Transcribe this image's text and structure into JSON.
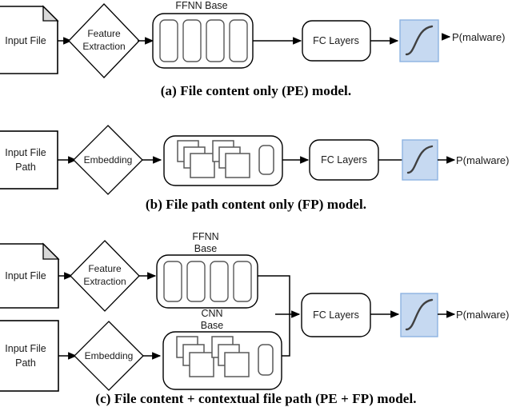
{
  "figure": {
    "title": "Malware detection model architectures",
    "colors": {
      "stroke": "#000000",
      "inner_stroke": "#595959",
      "sigmoid_fill": "#c6d9f1",
      "sigmoid_stroke": "#8db3e2",
      "sigmoid_curve": "#404040",
      "fold_fill": "#d9d9d9",
      "text": "#1a1a1a"
    },
    "panels": [
      {
        "id": "a",
        "caption": "(a) File content only (PE) model.",
        "input": {
          "label": "Input File",
          "shape": "document"
        },
        "process": {
          "label_line1": "Feature",
          "label_line2": "Extraction",
          "shape": "diamond"
        },
        "base": {
          "label": "FFNN Base",
          "type": "ffnn",
          "units": 4
        },
        "fc": {
          "label": "FC Layers"
        },
        "activation": {
          "label": "sigmoid",
          "shape": "square"
        },
        "output": {
          "label": "P(malware)"
        }
      },
      {
        "id": "b",
        "caption": "(b) File path content only (FP) model.",
        "input": {
          "label_line1": "Input File",
          "label_line2": "Path",
          "shape": "rectangle"
        },
        "process": {
          "label_line1": "Embedding",
          "label_line2": "",
          "shape": "diamond"
        },
        "base": {
          "label": "",
          "type": "cnn",
          "stacks": 2,
          "cards_per_stack": 3,
          "units": 1
        },
        "fc": {
          "label": "FC Layers"
        },
        "activation": {
          "label": "sigmoid",
          "shape": "square"
        },
        "output": {
          "label": "P(malware)"
        }
      },
      {
        "id": "c",
        "caption": "(c) File content + contextual file path (PE + FP) model.",
        "branches": [
          {
            "input": {
              "label": "Input File",
              "shape": "document"
            },
            "process": {
              "label_line1": "Feature",
              "label_line2": "Extraction",
              "shape": "diamond"
            },
            "base": {
              "label_line1": "FFNN",
              "label_line2": "Base",
              "type": "ffnn",
              "units": 4
            }
          },
          {
            "input": {
              "label_line1": "Input File",
              "label_line2": "Path",
              "shape": "rectangle"
            },
            "process": {
              "label_line1": "Embedding",
              "label_line2": "",
              "shape": "diamond"
            },
            "base": {
              "label_line1": "CNN",
              "label_line2": "Base",
              "type": "cnn",
              "stacks": 2,
              "cards_per_stack": 3,
              "units": 1
            }
          }
        ],
        "fc": {
          "label": "FC Layers"
        },
        "activation": {
          "label": "sigmoid",
          "shape": "square"
        },
        "output": {
          "label": "P(malware)"
        }
      }
    ]
  }
}
